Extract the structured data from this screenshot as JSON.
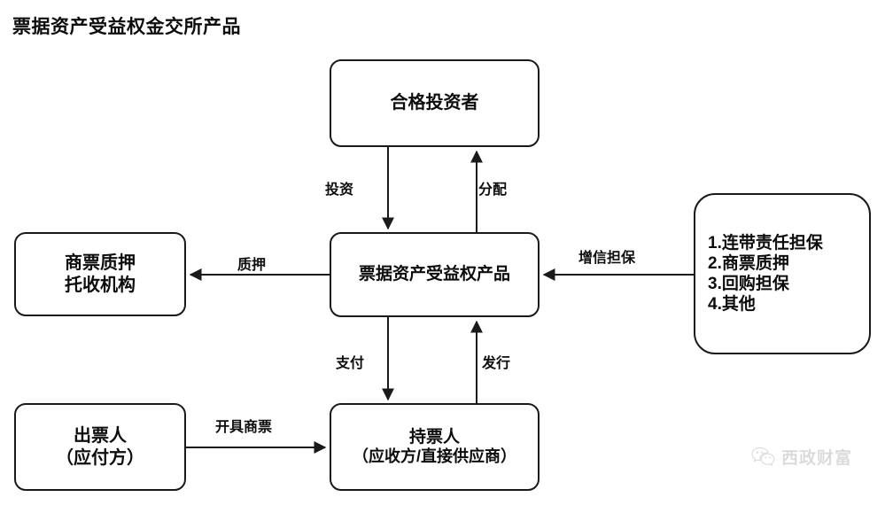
{
  "title": "票据资产受益权金交所产品",
  "nodes": {
    "investor": {
      "label": "合格投资者"
    },
    "product": {
      "label": "票据资产受益权产品"
    },
    "custodian": {
      "line1": "商票质押",
      "line2": "托收机构"
    },
    "credit": {
      "items": [
        "1.连带责任担保",
        "2.商票质押",
        "3.回购担保",
        "4.其他"
      ]
    },
    "drawer": {
      "line1": "出票人",
      "line2": "（应付方）"
    },
    "holder": {
      "line1": "持票人",
      "line2": "（应收方/直接供应商）"
    }
  },
  "edges": {
    "invest": "投资",
    "distribute": "分配",
    "pledge": "质押",
    "credit_guarantee": "增信担保",
    "pay": "支付",
    "issue": "发行",
    "draft": "开具商票"
  },
  "watermark": {
    "icon": "wechat-icon",
    "text": "西政财富"
  },
  "colors": {
    "stroke": "#1a1a1a",
    "text": "#0d0d0d",
    "background": "#ffffff",
    "watermark": "#7a7a7a"
  }
}
